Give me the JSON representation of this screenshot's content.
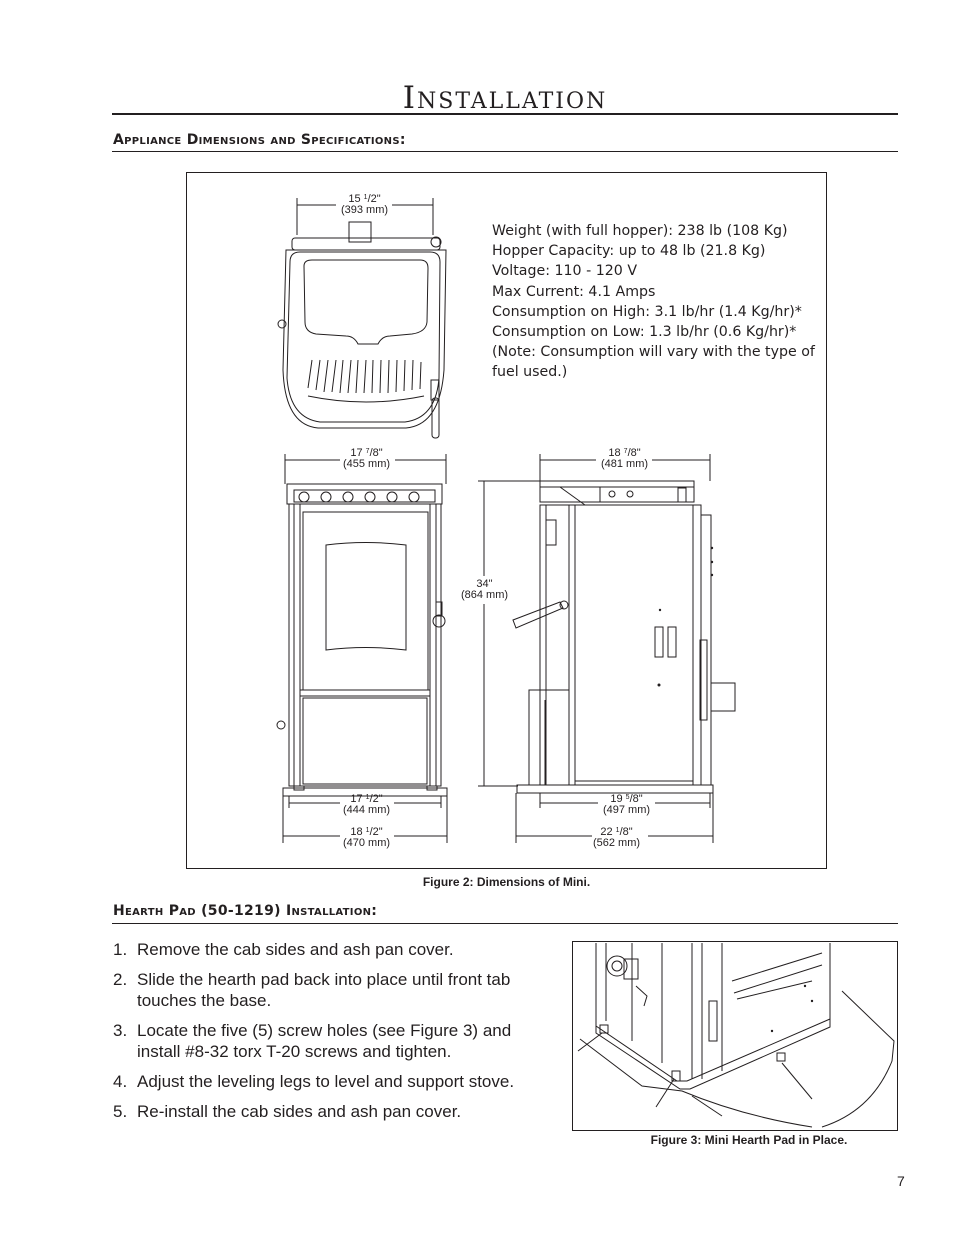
{
  "page": {
    "title": "Installation",
    "page_number": "7"
  },
  "section1": {
    "heading": "Appliance Dimensions and Specifications:"
  },
  "figure2": {
    "caption": "Figure 2: Dimensions of Mini.",
    "dimensions": {
      "top_width": {
        "whole": "15",
        "num": "1",
        "den": "2",
        "mm": "(393 mm)"
      },
      "front_top_width": {
        "whole": "17",
        "num": "7",
        "den": "8",
        "mm": "(455 mm)"
      },
      "side_top_depth": {
        "whole": "18",
        "num": "7",
        "den": "8",
        "mm": "(481 mm)"
      },
      "height": {
        "inches": "34\"",
        "mm": "(864 mm)"
      },
      "front_base_width": {
        "whole": "17",
        "num": "1",
        "den": "2",
        "mm": "(444 mm)"
      },
      "front_pad_width": {
        "whole": "18",
        "num": "1",
        "den": "2",
        "mm": "(470 mm)"
      },
      "side_base_depth": {
        "whole": "19",
        "num": "5",
        "den": "8",
        "mm": "(497 mm)"
      },
      "side_pad_depth": {
        "whole": "22",
        "num": "1",
        "den": "8",
        "mm": "(562 mm)"
      }
    },
    "specs": [
      "Weight (with full hopper): 238 lb (108 Kg)",
      "Hopper Capacity: up to 48 lb (21.8 Kg)",
      "Voltage: 110 - 120 V",
      "Max Current: 4.1 Amps",
      "Consumption on High: 3.1 lb/hr (1.4 Kg/hr)*",
      "Consumption on Low: 1.3 lb/hr (0.6 Kg/hr)*",
      "(Note: Consumption will vary with the type of",
      "fuel used.)"
    ]
  },
  "section2": {
    "heading": "Hearth Pad (50-1219) Installation:",
    "steps": [
      {
        "num": "1.",
        "text": "Remove the cab sides and ash pan cover."
      },
      {
        "num": "2.",
        "text": "Slide the hearth pad back into place until front tab touches the base."
      },
      {
        "num": "3.",
        "text": "Locate the five (5) screw holes (see Figure 3) and install #8-32 torx T-20 screws and tighten."
      },
      {
        "num": "4.",
        "text": "Adjust the leveling legs to level and support stove."
      },
      {
        "num": "5.",
        "text": "Re-install the cab sides and ash pan cover."
      }
    ]
  },
  "figure3": {
    "caption": "Figure 3: Mini Hearth Pad in Place."
  }
}
